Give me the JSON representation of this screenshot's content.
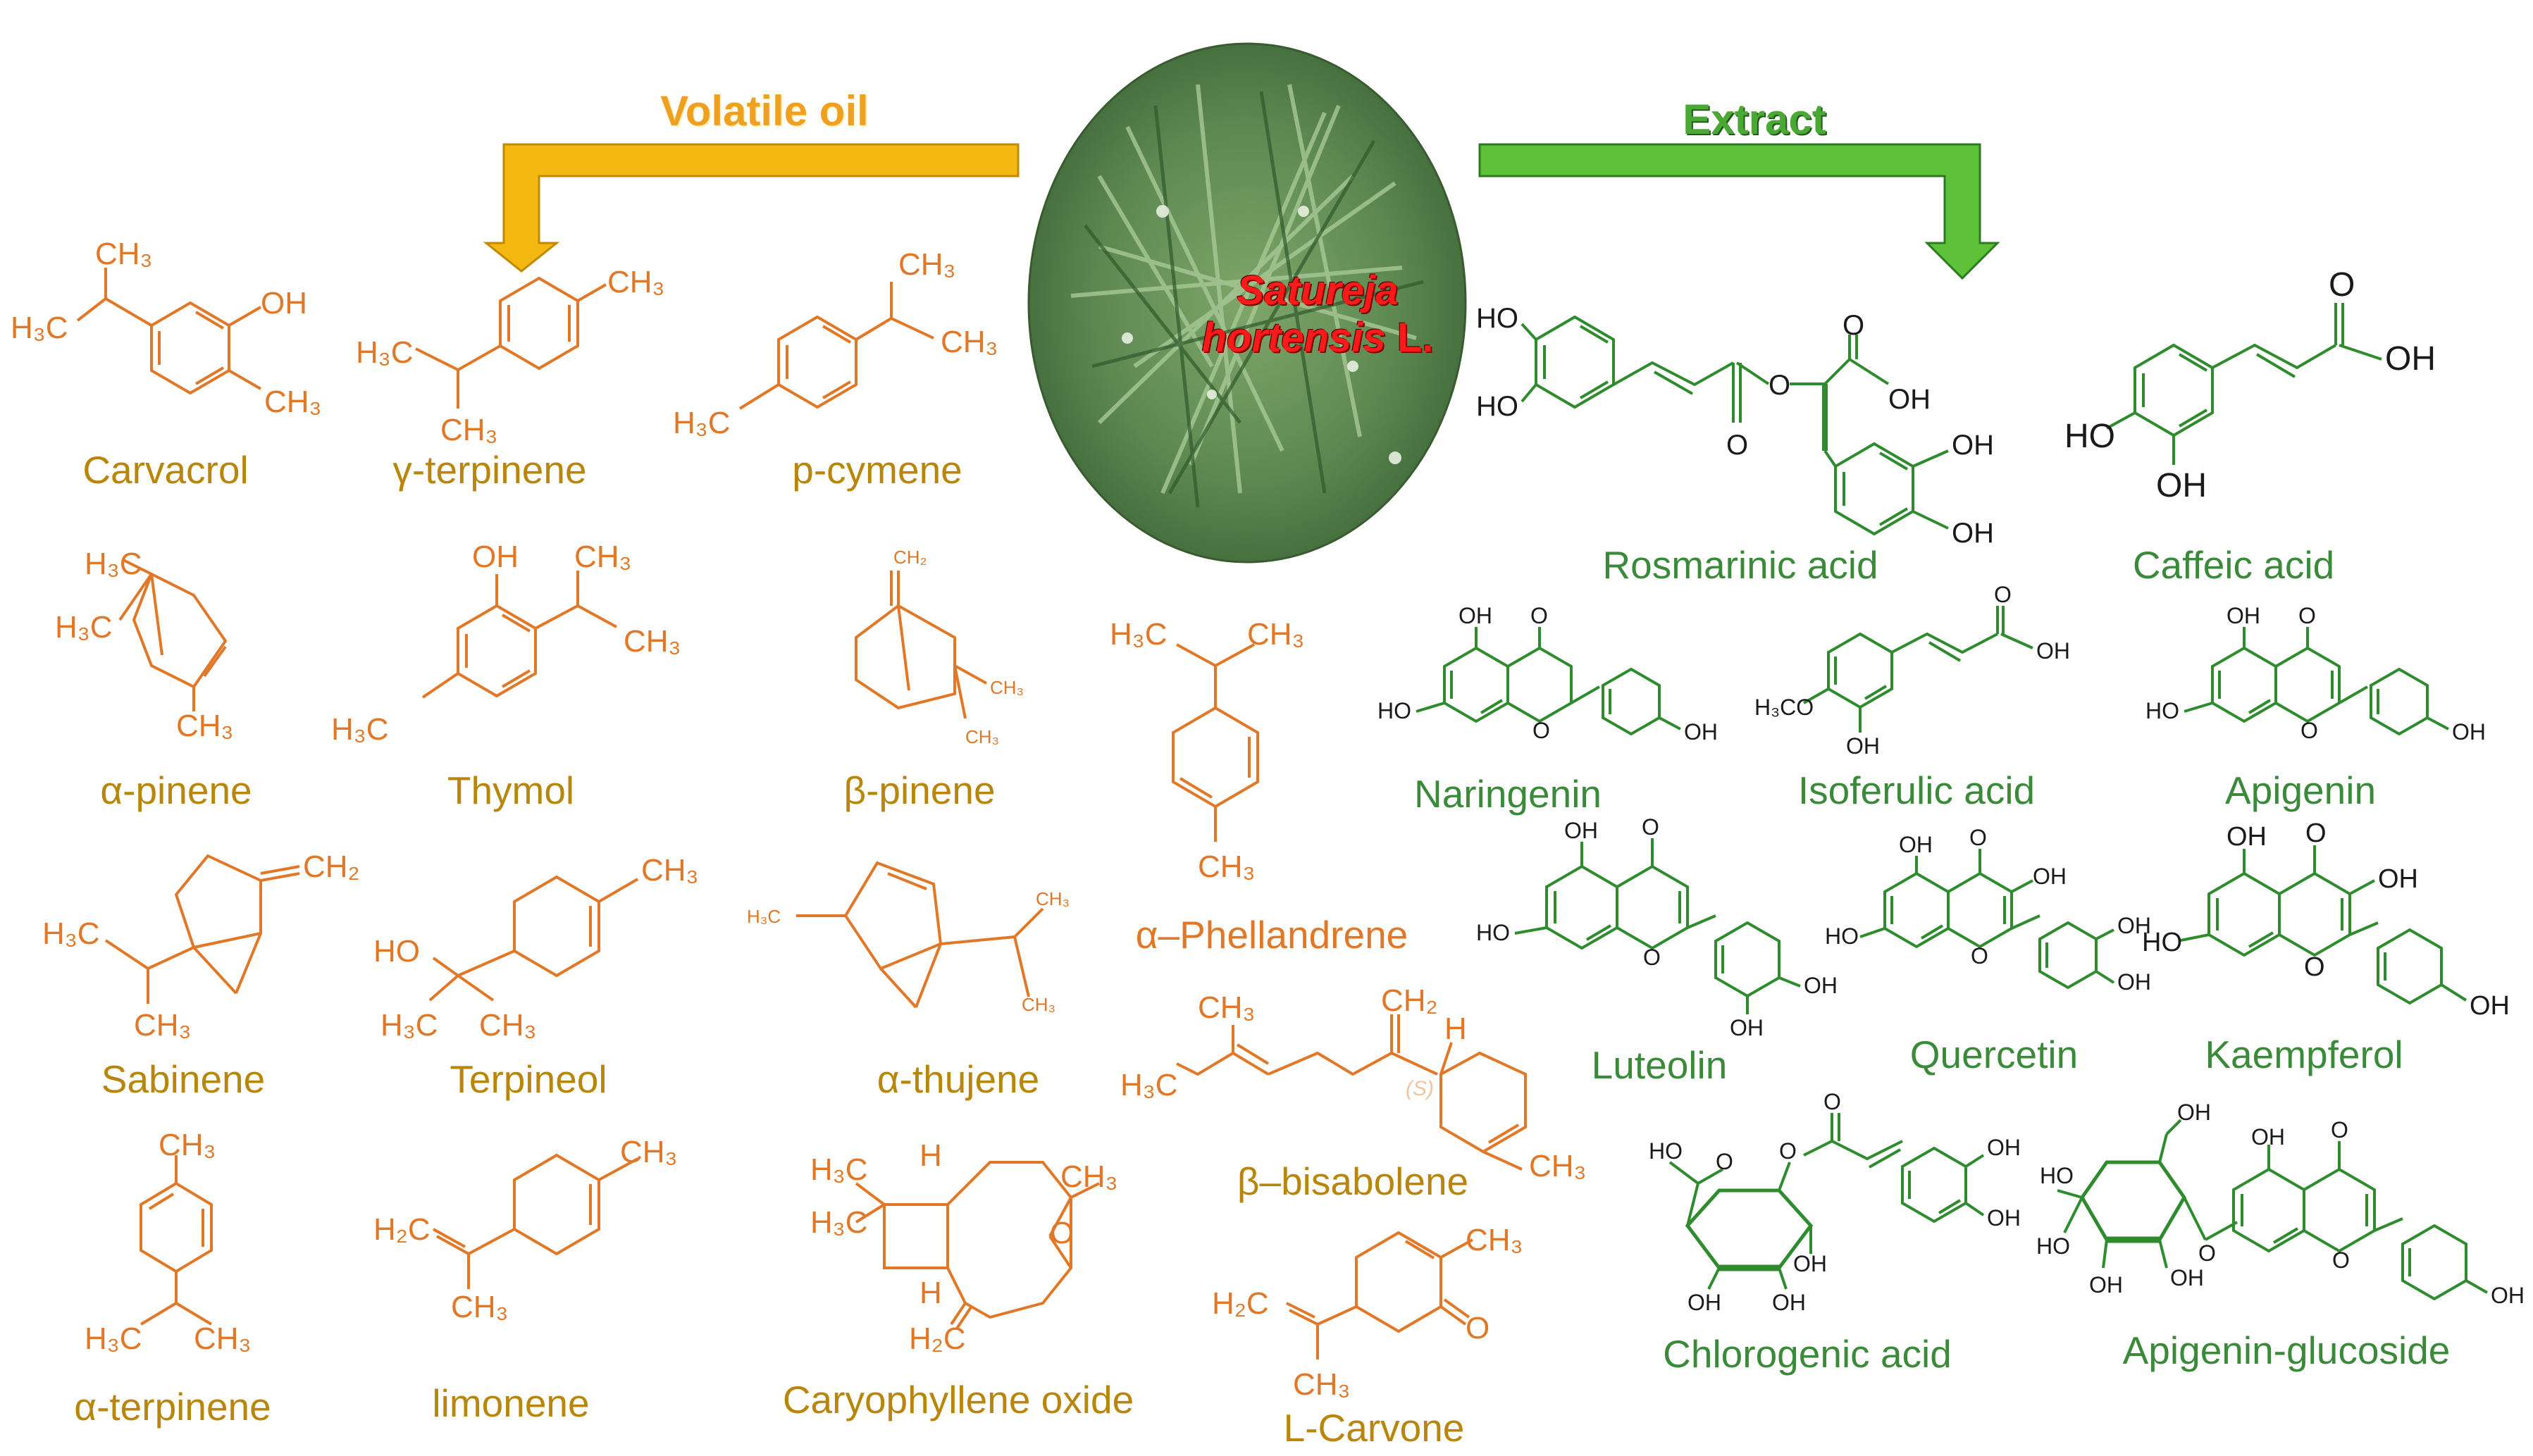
{
  "headers": {
    "left": {
      "label": "Volatile oil",
      "color": "#f0a020"
    },
    "right": {
      "label": "Extract",
      "color": "#4aa834"
    }
  },
  "plant": {
    "name_line1": "Satureja",
    "name_line2": "hortensis",
    "name_suffix": "L.",
    "name_color": "#ff1a1a"
  },
  "colors": {
    "volatile": "#e07828",
    "volatile_label": "#b8860b",
    "extract": "#2e8b2e"
  },
  "volatile_compounds": [
    "Carvacrol",
    "γ-terpinene",
    "p-cymene",
    "α-pinene",
    "Thymol",
    "β-pinene",
    "α–Phellandrene",
    "Sabinene",
    "Terpineol",
    "α-thujene",
    "β–bisabolene",
    "α-terpinene",
    "limonene",
    "Caryophyllene oxide",
    "L-Carvone"
  ],
  "extract_compounds": [
    "Rosmarinic acid",
    "Caffeic acid",
    "Naringenin",
    "Isoferulic acid",
    "Apigenin",
    "Luteolin",
    "Quercetin",
    "Kaempferol",
    "Chlorogenic acid",
    "Apigenin-glucoside"
  ],
  "atoms": {
    "ch3": "CH₃",
    "h3c": "H₃C",
    "oh": "OH",
    "ho": "HO",
    "o": "O",
    "h2c": "H₂C",
    "ch2": "CH₂",
    "h": "H",
    "h3co": "H₃CO",
    "s": "(S)"
  }
}
